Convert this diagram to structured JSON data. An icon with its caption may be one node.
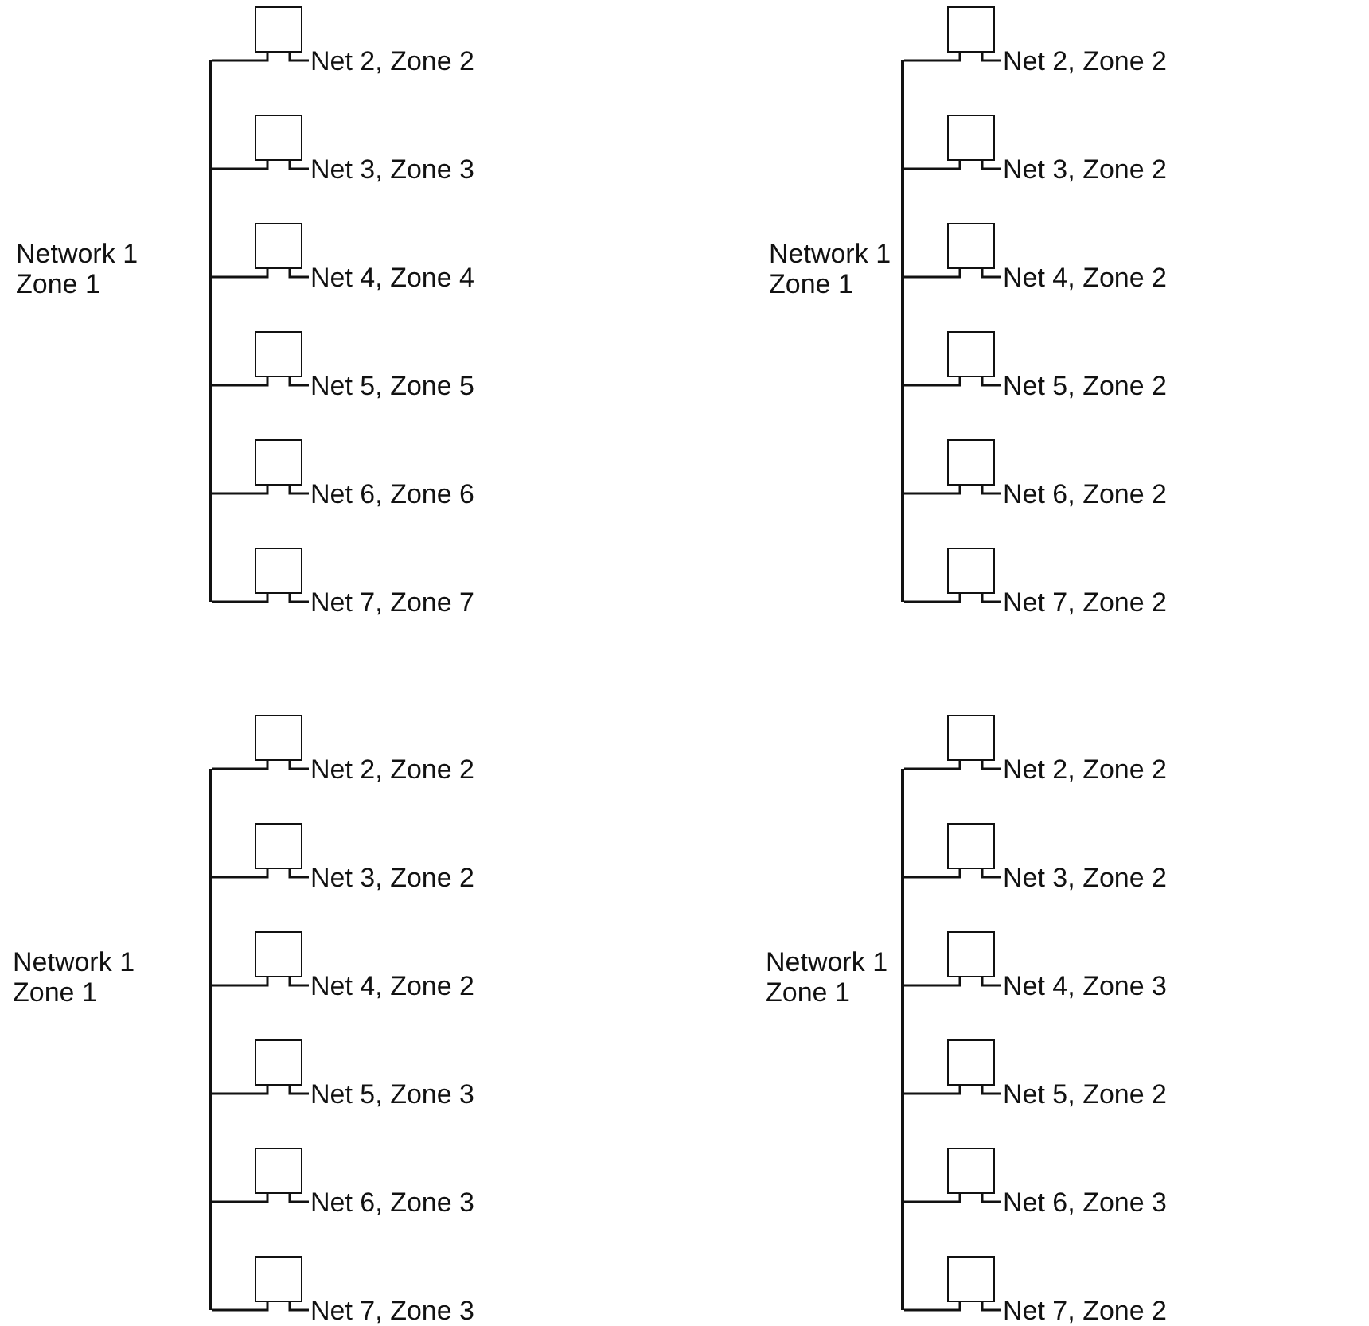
{
  "diagram": {
    "nodes": [
      {
        "text": [],
        "shape": "bar",
        "beside": [
          "Network 1 Zone 1"
        ]
      },
      {
        "text": [],
        "shape": "box"
      },
      {
        "text": [
          "Net 2, Zone 2"
        ]
      },
      {
        "text": [],
        "shape": "box"
      },
      {
        "text": [
          "Net 3, Zone 3"
        ]
      },
      {
        "text": [],
        "shape": "box"
      },
      {
        "text": [
          "Net 4, Zone 4"
        ]
      },
      {
        "text": [],
        "shape": "box"
      },
      {
        "text": [
          "Net 5, Zone 5"
        ]
      },
      {
        "text": [],
        "shape": "box"
      },
      {
        "text": [
          "Net 6, Zone 6"
        ]
      },
      {
        "text": [],
        "shape": "box"
      },
      {
        "text": [
          "Net 7, Zone 7"
        ]
      },
      {
        "text": [],
        "shape": "bar",
        "beside": [
          "Network 1 Zone 1"
        ]
      },
      {
        "text": [],
        "shape": "box"
      },
      {
        "text": [
          "Net 2, Zone 2"
        ]
      },
      {
        "text": [],
        "shape": "box"
      },
      {
        "text": [
          "Net 3, Zone 2"
        ]
      },
      {
        "text": [],
        "shape": "box"
      },
      {
        "text": [
          "Net 4, Zone 2"
        ]
      },
      {
        "text": [],
        "shape": "box"
      },
      {
        "text": [
          "Net 5, Zone 2"
        ]
      },
      {
        "text": [],
        "shape": "box"
      },
      {
        "text": [
          "Net 6, Zone 2"
        ]
      },
      {
        "text": [],
        "shape": "box"
      },
      {
        "text": [
          "Net 7, Zone 2"
        ]
      },
      {
        "text": [],
        "shape": "bar",
        "beside": [
          "Network 1 Zone 1"
        ]
      },
      {
        "text": [],
        "shape": "box"
      },
      {
        "text": [
          "Net 2, Zone 2"
        ]
      },
      {
        "text": [],
        "shape": "box"
      },
      {
        "text": [
          "Net 3, Zone 2"
        ]
      },
      {
        "text": [],
        "shape": "box"
      },
      {
        "text": [
          "Net 4, Zone 2"
        ]
      },
      {
        "text": [],
        "shape": "box"
      },
      {
        "text": [
          "Net 5, Zone 3"
        ]
      },
      {
        "text": [],
        "shape": "box"
      },
      {
        "text": [
          "Net 6, Zone 3"
        ]
      },
      {
        "text": [],
        "shape": "box"
      },
      {
        "text": [
          "Net 7, Zone 3"
        ]
      },
      {
        "text": [],
        "shape": "bar",
        "beside": [
          "Network 1 Zone 1"
        ]
      },
      {
        "text": [],
        "shape": "box"
      },
      {
        "text": [
          "Net 2, Zone 2"
        ]
      },
      {
        "text": [],
        "shape": "box"
      },
      {
        "text": [
          "Net 3, Zone 2"
        ]
      },
      {
        "text": [],
        "shape": "box"
      },
      {
        "text": [
          "Net 4, Zone 3"
        ]
      },
      {
        "text": [],
        "shape": "box"
      },
      {
        "text": [
          "Net 5, Zone 2"
        ]
      },
      {
        "text": [],
        "shape": "box"
      },
      {
        "text": [
          "Net 6, Zone 3"
        ]
      },
      {
        "text": [],
        "shape": "box"
      },
      {
        "text": [
          "Net 7, Zone 2"
        ]
      }
    ],
    "edges": [
      {
        "from": 0,
        "to": 1,
        "arrow": "none"
      },
      {
        "from": 1,
        "to": 2,
        "arrow": "none"
      },
      {
        "from": 0,
        "to": 3,
        "arrow": "none"
      },
      {
        "from": 3,
        "to": 4,
        "arrow": "none"
      },
      {
        "from": 0,
        "to": 5,
        "arrow": "none"
      },
      {
        "from": 5,
        "to": 6,
        "arrow": "none"
      },
      {
        "from": 0,
        "to": 7,
        "arrow": "none"
      },
      {
        "from": 7,
        "to": 8,
        "arrow": "none"
      },
      {
        "from": 0,
        "to": 9,
        "arrow": "none"
      },
      {
        "from": 9,
        "to": 10,
        "arrow": "none"
      },
      {
        "from": 0,
        "to": 11,
        "arrow": "none"
      },
      {
        "from": 11,
        "to": 12,
        "arrow": "none"
      },
      {
        "from": 13,
        "to": 14,
        "arrow": "none"
      },
      {
        "from": 14,
        "to": 15,
        "arrow": "none"
      },
      {
        "from": 13,
        "to": 16,
        "arrow": "none"
      },
      {
        "from": 16,
        "to": 17,
        "arrow": "none"
      },
      {
        "from": 13,
        "to": 18,
        "arrow": "none"
      },
      {
        "from": 18,
        "to": 19,
        "arrow": "none"
      },
      {
        "from": 13,
        "to": 20,
        "arrow": "none"
      },
      {
        "from": 20,
        "to": 21,
        "arrow": "none"
      },
      {
        "from": 13,
        "to": 22,
        "arrow": "none"
      },
      {
        "from": 22,
        "to": 23,
        "arrow": "none"
      },
      {
        "from": 13,
        "to": 24,
        "arrow": "none"
      },
      {
        "from": 24,
        "to": 25,
        "arrow": "none"
      },
      {
        "from": 26,
        "to": 27,
        "arrow": "none"
      },
      {
        "from": 27,
        "to": 28,
        "arrow": "none"
      },
      {
        "from": 26,
        "to": 29,
        "arrow": "none"
      },
      {
        "from": 29,
        "to": 30,
        "arrow": "none"
      },
      {
        "from": 26,
        "to": 31,
        "arrow": "none"
      },
      {
        "from": 31,
        "to": 32,
        "arrow": "none"
      },
      {
        "from": 26,
        "to": 33,
        "arrow": "none"
      },
      {
        "from": 33,
        "to": 34,
        "arrow": "none"
      },
      {
        "from": 26,
        "to": 35,
        "arrow": "none"
      },
      {
        "from": 35,
        "to": 36,
        "arrow": "none"
      },
      {
        "from": 26,
        "to": 37,
        "arrow": "none"
      },
      {
        "from": 37,
        "to": 38,
        "arrow": "none"
      },
      {
        "from": 39,
        "to": 40,
        "arrow": "none"
      },
      {
        "from": 40,
        "to": 41,
        "arrow": "none"
      },
      {
        "from": 39,
        "to": 42,
        "arrow": "none"
      },
      {
        "from": 42,
        "to": 43,
        "arrow": "none"
      },
      {
        "from": 39,
        "to": 44,
        "arrow": "none"
      },
      {
        "from": 44,
        "to": 45,
        "arrow": "none"
      },
      {
        "from": 39,
        "to": 46,
        "arrow": "none"
      },
      {
        "from": 46,
        "to": 47,
        "arrow": "none"
      },
      {
        "from": 39,
        "to": 48,
        "arrow": "none"
      },
      {
        "from": 48,
        "to": 49,
        "arrow": "none"
      },
      {
        "from": 39,
        "to": 50,
        "arrow": "none"
      },
      {
        "from": 50,
        "to": 51,
        "arrow": "none"
      }
    ]
  }
}
